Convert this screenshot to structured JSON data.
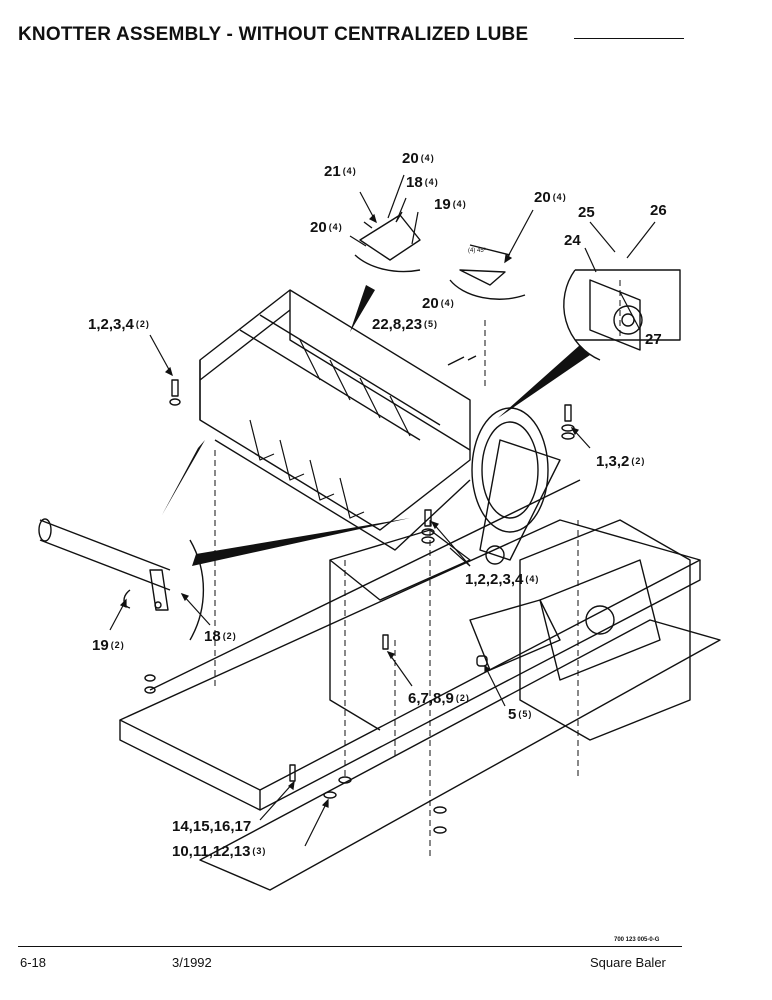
{
  "header": {
    "title": "KNOTTER ASSEMBLY - WITHOUT CENTRALIZED LUBE"
  },
  "callouts": [
    {
      "id": "c21",
      "text": "21",
      "qty": "(4)"
    },
    {
      "id": "c20a",
      "text": "20",
      "qty": "(4)"
    },
    {
      "id": "c18a",
      "text": "18",
      "qty": "(4)"
    },
    {
      "id": "c19a",
      "text": "19",
      "qty": "(4)"
    },
    {
      "id": "c20b",
      "text": "20",
      "qty": "(4)"
    },
    {
      "id": "c20c",
      "text": "20",
      "qty": "(4)"
    },
    {
      "id": "c20d",
      "text": "20",
      "qty": "(4)"
    },
    {
      "id": "c22",
      "text": "22,8,23",
      "qty": "(5)"
    },
    {
      "id": "c25",
      "text": "25",
      "qty": ""
    },
    {
      "id": "c26",
      "text": "26",
      "qty": ""
    },
    {
      "id": "c24",
      "text": "24",
      "qty": ""
    },
    {
      "id": "c27",
      "text": "27",
      "qty": ""
    },
    {
      "id": "c1234a",
      "text": "1,2,3,4",
      "qty": "(2)"
    },
    {
      "id": "c132",
      "text": "1,3,2",
      "qty": "(2)"
    },
    {
      "id": "c12234",
      "text": "1,2,2,3,4",
      "qty": "(4)"
    },
    {
      "id": "c19b",
      "text": "19",
      "qty": "(2)"
    },
    {
      "id": "c18b",
      "text": "18",
      "qty": "(2)"
    },
    {
      "id": "c6789",
      "text": "6,7,8,9",
      "qty": "(2)"
    },
    {
      "id": "c5",
      "text": "5",
      "qty": "(5)"
    },
    {
      "id": "c14",
      "text": "14,15,16,17",
      "qty": ""
    },
    {
      "id": "c10",
      "text": "10,11,12,13",
      "qty": "(3)"
    }
  ],
  "detail_note": "(4) 45º",
  "footer": {
    "drawing_code": "700 123 005-0-G",
    "page": "6-18",
    "date": "3/1992",
    "product": "Square Baler"
  }
}
